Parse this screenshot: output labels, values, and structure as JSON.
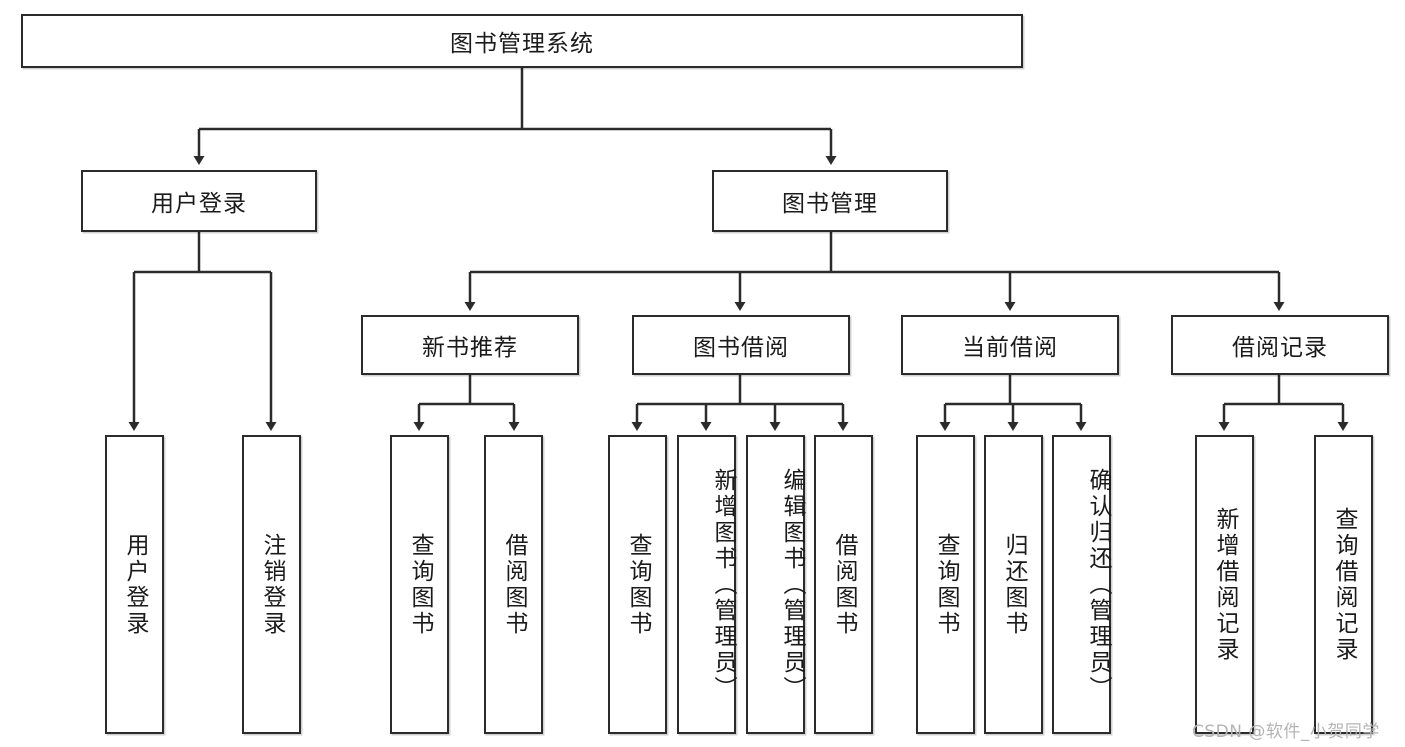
{
  "diagram": {
    "title": "图书管理系统",
    "type": "functional-structure-tree",
    "watermark": "CSDN @软件_小贺同学",
    "colors": {
      "stroke": "#2b2b2b",
      "fill": "#ffffff",
      "text": "#1b1b1b",
      "watermark": "#b4b4b4"
    },
    "nodes": {
      "root": {
        "label": "图书管理系统"
      },
      "level2": [
        {
          "id": "user-login",
          "label": "用户登录"
        },
        {
          "id": "book-manage",
          "label": "图书管理"
        }
      ],
      "level3": [
        {
          "id": "new-book-recommend",
          "label": "新书推荐"
        },
        {
          "id": "book-borrow",
          "label": "图书借阅"
        },
        {
          "id": "current-borrow",
          "label": "当前借阅"
        },
        {
          "id": "borrow-record",
          "label": "借阅记录"
        }
      ],
      "leaves": {
        "user-login": [
          {
            "id": "leaf-user-login",
            "label": "用户登录"
          },
          {
            "id": "leaf-logout",
            "label": "注销登录"
          }
        ],
        "new-book-recommend": [
          {
            "id": "leaf-query-book-1",
            "label": "查询图书"
          },
          {
            "id": "leaf-borrow-book-1",
            "label": "借阅图书"
          }
        ],
        "book-borrow": [
          {
            "id": "leaf-query-book-2",
            "label": "查询图书"
          },
          {
            "id": "leaf-add-book",
            "label": "新增图书（管理员）"
          },
          {
            "id": "leaf-edit-book",
            "label": "编辑图书（管理员）"
          },
          {
            "id": "leaf-borrow-book-2",
            "label": "借阅图书"
          }
        ],
        "current-borrow": [
          {
            "id": "leaf-query-book-3",
            "label": "查询图书"
          },
          {
            "id": "leaf-return-book",
            "label": "归还图书"
          },
          {
            "id": "leaf-confirm-return",
            "label": "确认归还（管理员）"
          }
        ],
        "borrow-record": [
          {
            "id": "leaf-add-record",
            "label": "新增借阅记录"
          },
          {
            "id": "leaf-query-record",
            "label": "查询借阅记录"
          }
        ]
      }
    }
  }
}
